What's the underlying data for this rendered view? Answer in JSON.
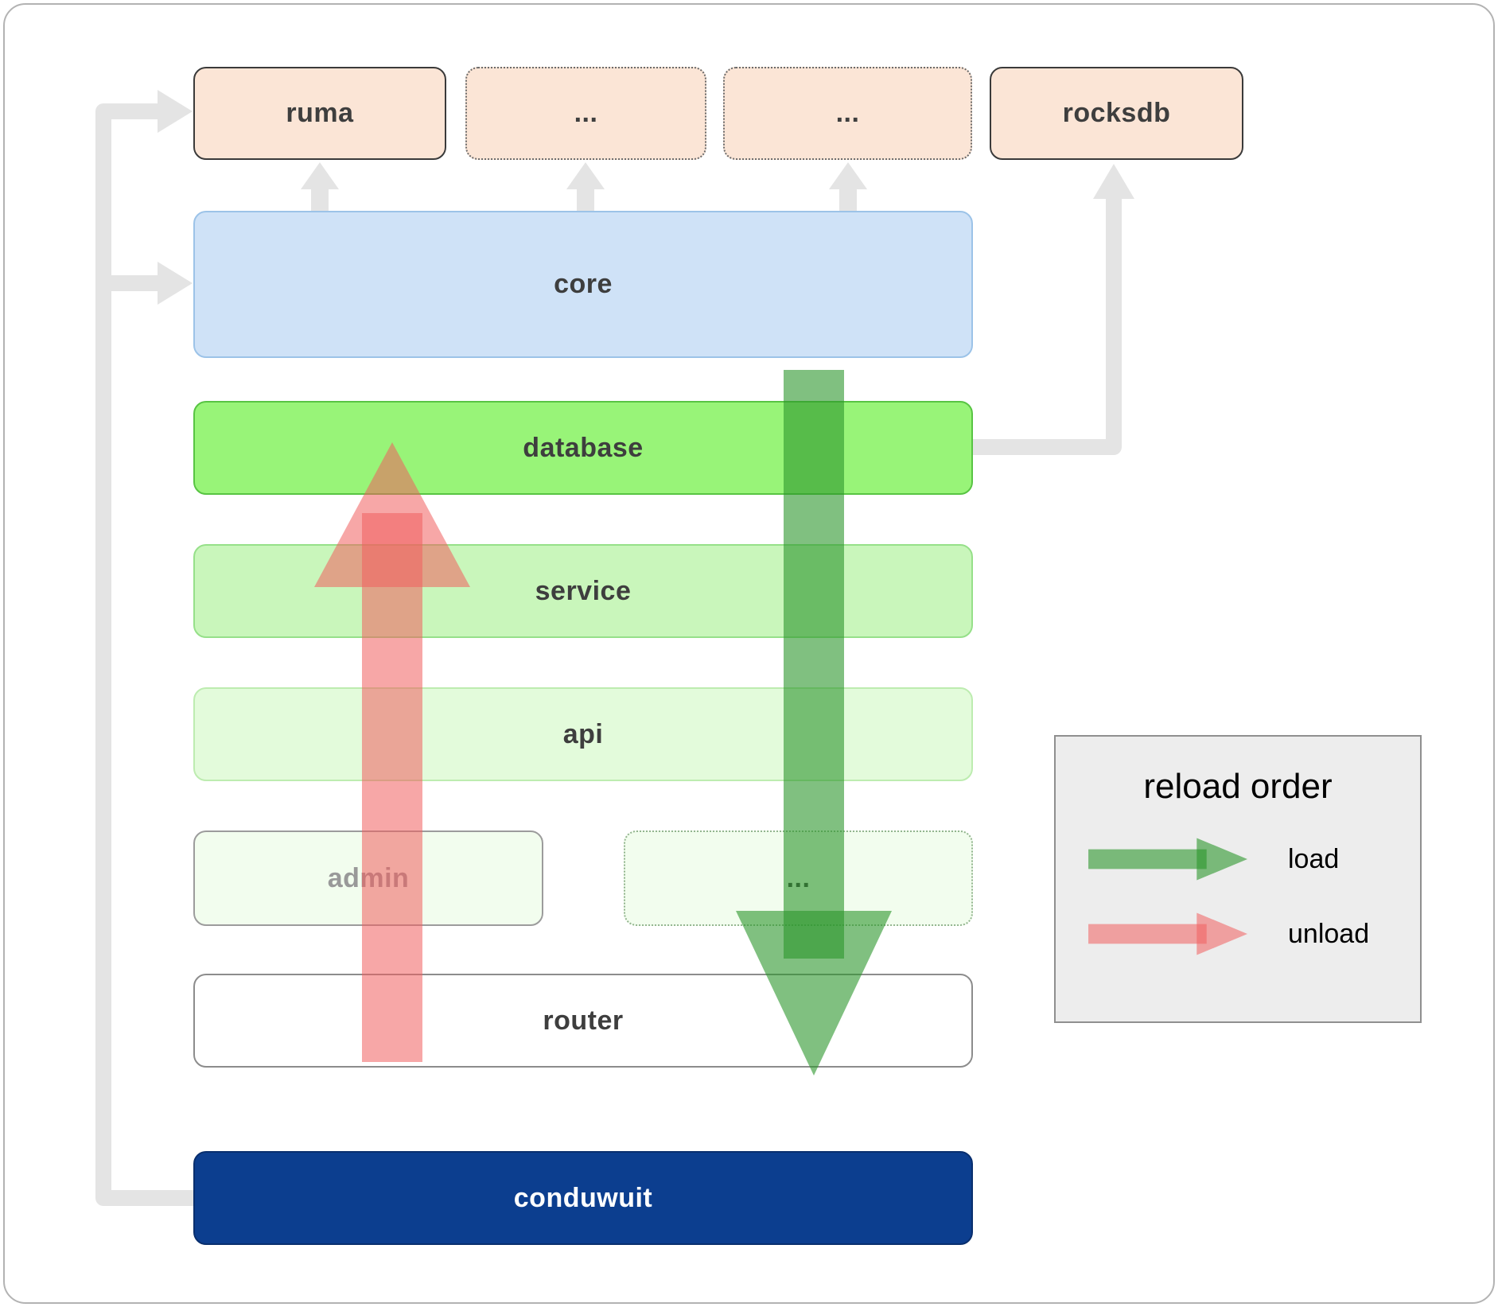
{
  "boxes": {
    "ruma": "ruma",
    "dots_top_left": "...",
    "dots_top_right": "...",
    "rocksdb": "rocksdb",
    "core": "core",
    "database": "database",
    "service": "service",
    "api": "api",
    "admin": "admin",
    "dots_middle": "...",
    "router": "router",
    "conduwuit": "conduwuit"
  },
  "legend": {
    "title": "reload order",
    "load_label": "load",
    "unload_label": "unload"
  },
  "colors": {
    "load_arrow": "#2c962c",
    "unload_arrow": "#f15e5e",
    "dependency_arrow": "#e4e4e4",
    "conduwuit_bg": "#0c3e8f",
    "database_bg": "#98f478",
    "core_bg": "#cfe2f7",
    "module_peach_bg": "#fbe5d6"
  }
}
